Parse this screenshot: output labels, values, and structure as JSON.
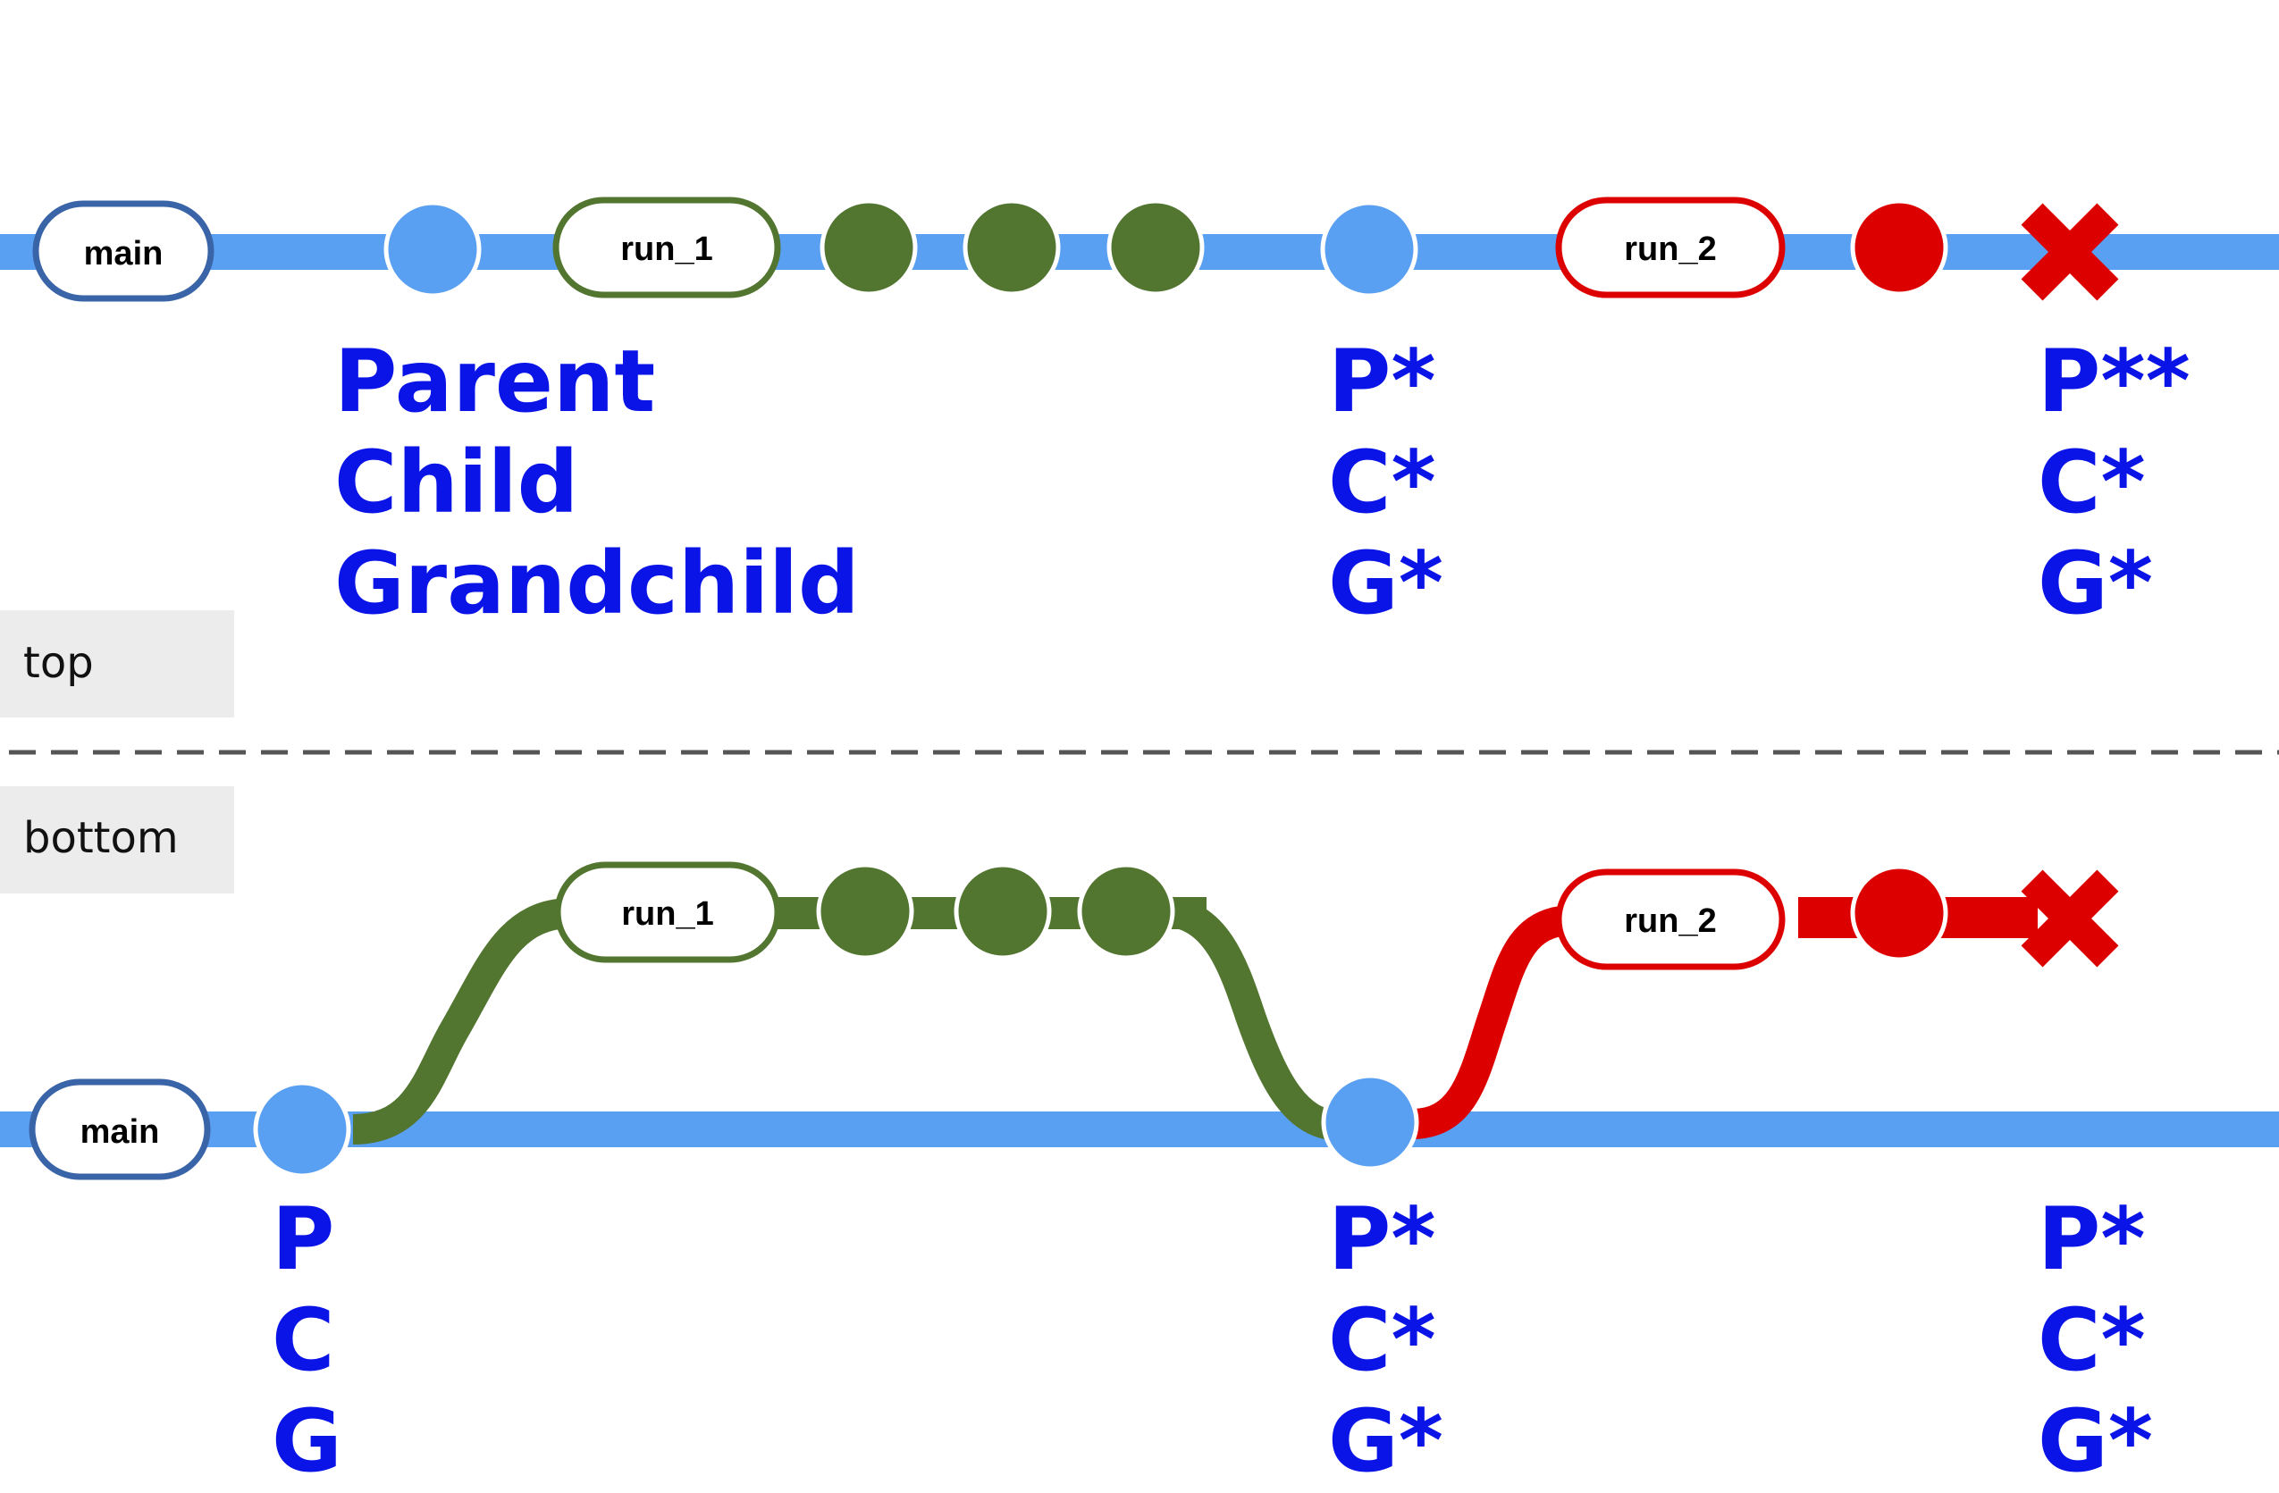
{
  "colors": {
    "main_line": "#5aa0f2",
    "main_pill_border": "#3a64a8",
    "run1_green": "#527530",
    "run2_red": "#dd0000",
    "label_blue": "#0a14e6",
    "section_bg": "#ececec",
    "divider": "#555555"
  },
  "top": {
    "section_label": "top",
    "main_label": "main",
    "run1_label": "run_1",
    "run2_label": "run_2",
    "states": [
      {
        "p": "Parent",
        "c": "Child",
        "g": "Grandchild"
      },
      {
        "p": "P*",
        "c": "C*",
        "g": "G*"
      },
      {
        "p": "P**",
        "c": "C*",
        "g": "G*"
      }
    ]
  },
  "bottom": {
    "section_label": "bottom",
    "main_label": "main",
    "run1_label": "run_1",
    "run2_label": "run_2",
    "states": [
      {
        "p": "P",
        "c": "C",
        "g": "G"
      },
      {
        "p": "P*",
        "c": "C*",
        "g": "G*"
      },
      {
        "p": "P*",
        "c": "C*",
        "g": "G*"
      }
    ]
  },
  "icons": [
    "commit-dot-icon",
    "failure-x-icon"
  ]
}
